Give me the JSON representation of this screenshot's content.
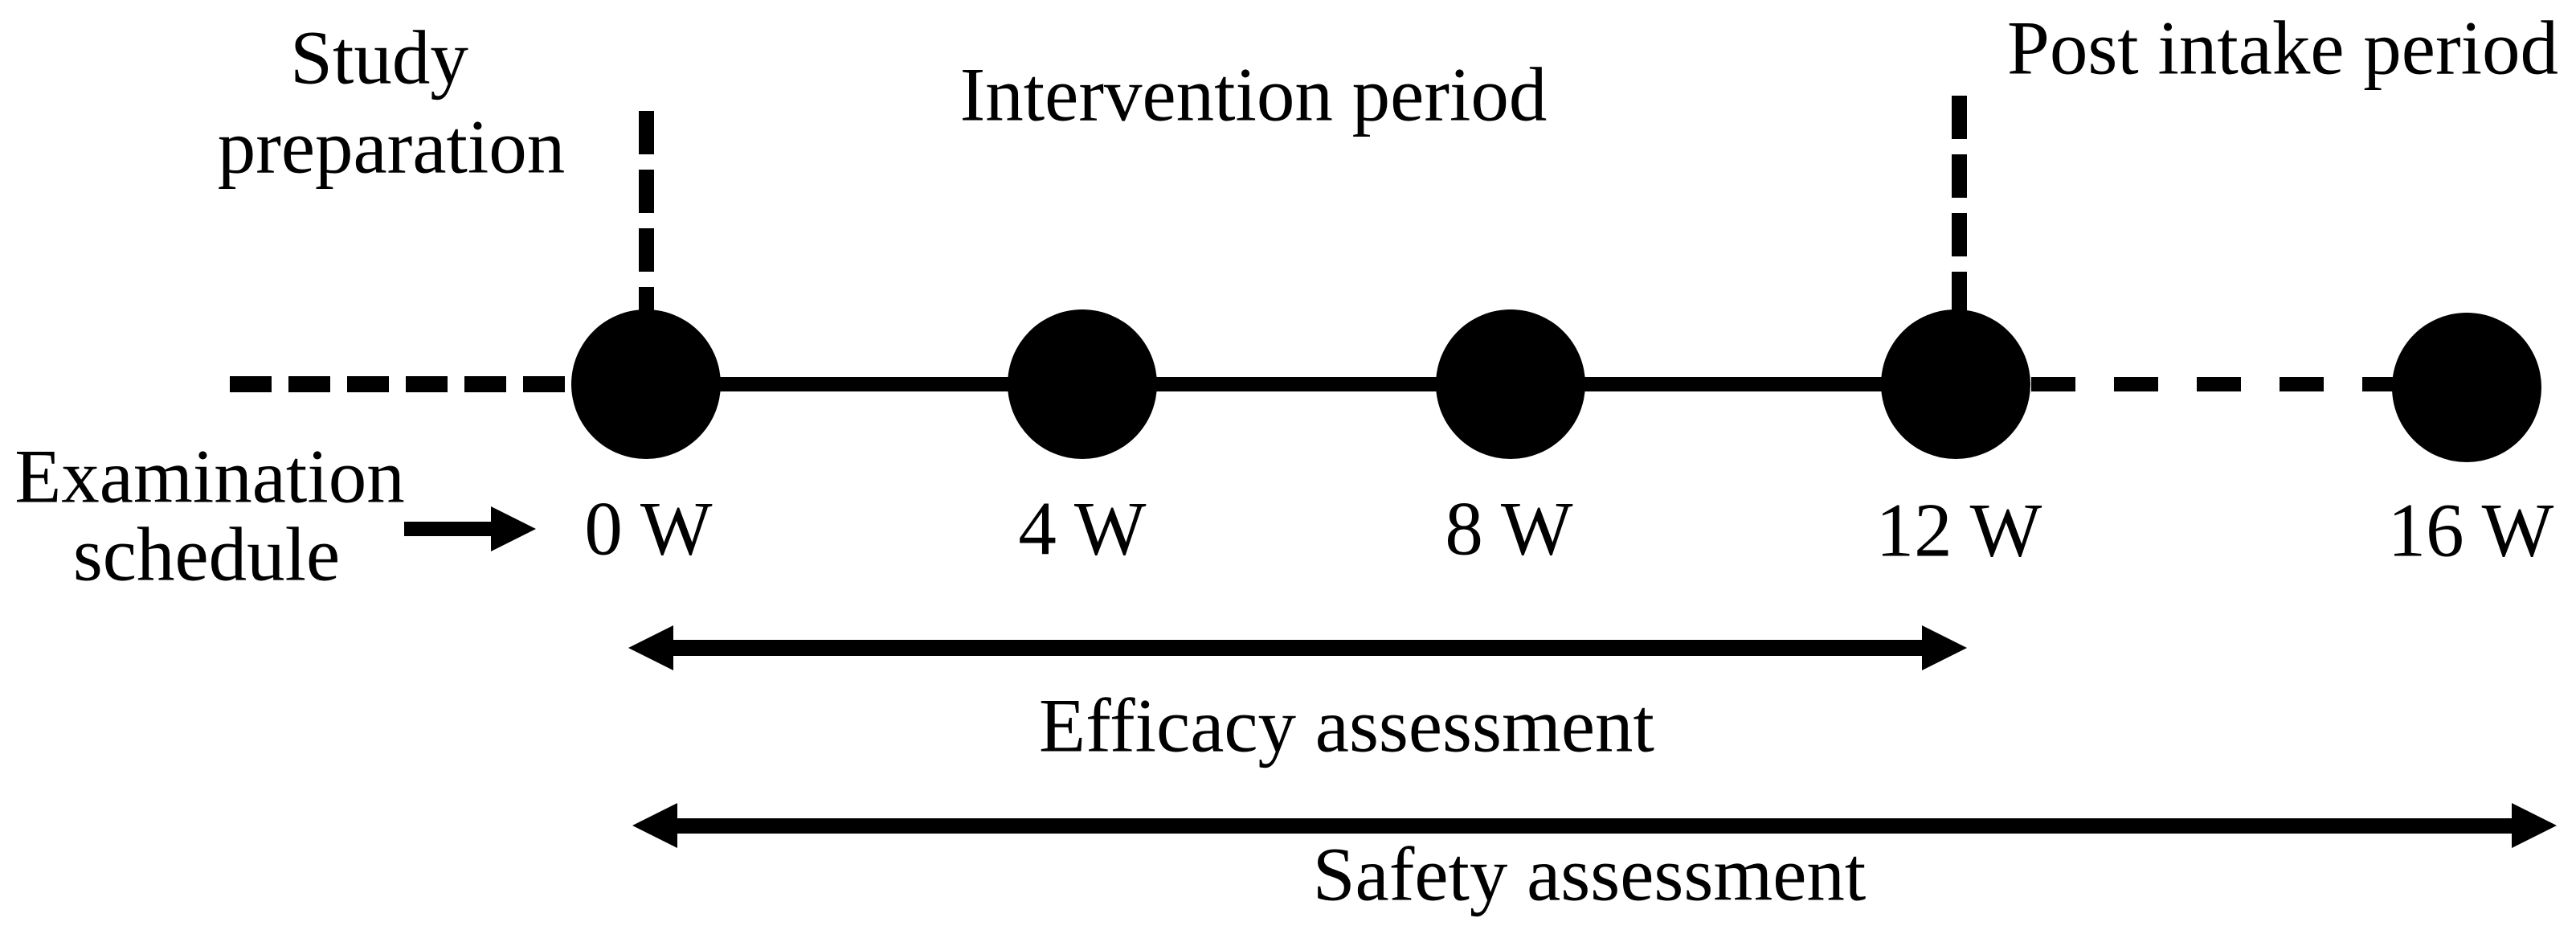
{
  "colors": {
    "ink": "#000000",
    "background": "#ffffff"
  },
  "periods": {
    "study_preparation": {
      "line1": "Study",
      "line2": "preparation"
    },
    "intervention": {
      "label": "Intervention period"
    },
    "post_intake": {
      "label": "Post intake period"
    }
  },
  "examination_schedule": {
    "line1": "Examination",
    "line2": "schedule"
  },
  "timeline": {
    "weeks": [
      {
        "label": "0 W"
      },
      {
        "label": "4 W"
      },
      {
        "label": "8 W"
      },
      {
        "label": "12 W"
      },
      {
        "label": "16 W"
      }
    ]
  },
  "assessments": {
    "efficacy": {
      "label": "Efficacy assessment",
      "from_week": "0 W",
      "to_week": "12 W"
    },
    "safety": {
      "label": "Safety assessment",
      "from_week": "0 W",
      "to_week": "16 W"
    }
  }
}
